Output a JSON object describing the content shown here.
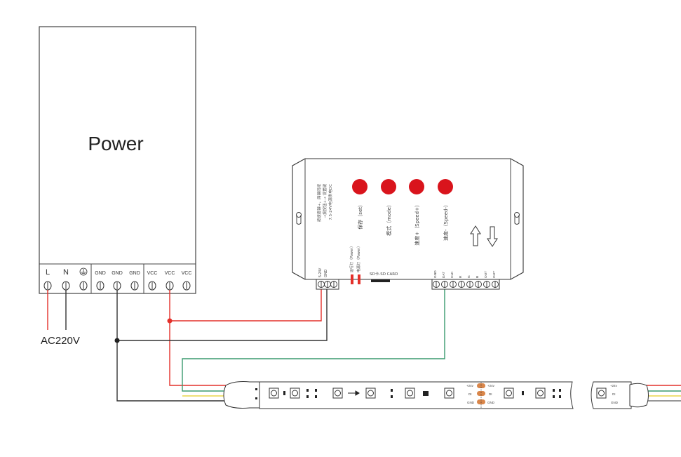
{
  "power_supply": {
    "title": "Power",
    "terminal_labels": [
      "L",
      "N",
      "GND",
      "GND",
      "GND",
      "VCC",
      "VCC",
      "VCC"
    ],
    "ground_symbol": "ground-icon"
  },
  "ac_input_label": "AC220V",
  "controller": {
    "buttons": [
      {
        "label": "保存（set）",
        "color": "#d9141c"
      },
      {
        "label": "模式（mode）",
        "color": "#d9141c"
      },
      {
        "label": "速度+（Speed+）",
        "color": "#d9141c"
      },
      {
        "label": "速度-（Speed-）",
        "color": "#d9141c"
      }
    ],
    "notes": [
      "按速度键+，两键同按",
      "→按按钮+→ 设置键",
      "7.5-24V电源供电DC"
    ],
    "power_terminal_labels": [
      "5-24V",
      "GND"
    ],
    "indicator_labels": [
      "运行灯（Power）",
      "电源灯（Power）"
    ],
    "card_slot_label": "SD卡-SD CARD",
    "output_terminal_labels": [
      "GND",
      "DAT",
      "CLK",
      "R",
      "G",
      "B",
      "OUT",
      "OUT"
    ],
    "arrow_icons": [
      "arrow-up-icon",
      "arrow-down-icon"
    ]
  },
  "led_strip": {
    "pad_labels": [
      "+24v",
      "DI",
      "GND"
    ],
    "end_pad_labels": [
      "+24v",
      "DI",
      "GND"
    ]
  },
  "wire_colors": {
    "red": "#e4302a",
    "black": "#333333",
    "green": "#3a9a6e",
    "yellow": "#e8d64a",
    "gray": "#777777",
    "button_red": "#d9141c",
    "copper": "#d9864a"
  }
}
